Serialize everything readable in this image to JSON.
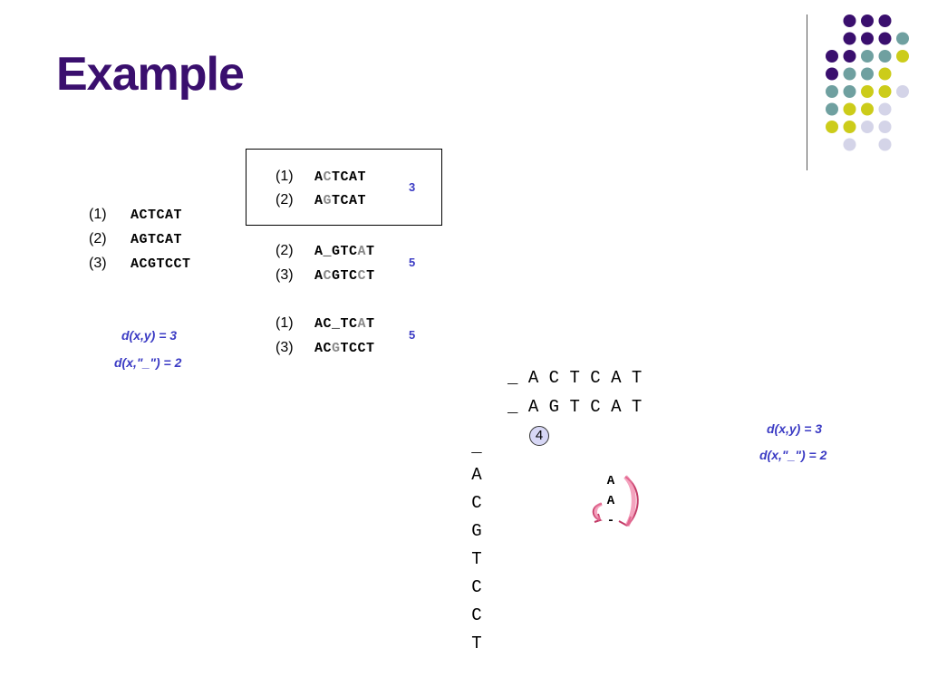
{
  "title": "Example",
  "left_list": {
    "rows": [
      {
        "num": "(1)",
        "seq": "ACTCAT"
      },
      {
        "num": "(2)",
        "seq": "AGTCAT"
      },
      {
        "num": "(3)",
        "seq": "ACGTCCT"
      }
    ]
  },
  "distances": {
    "d1": "d(x,y) = 3",
    "d2": "d(x,\"_\") = 2"
  },
  "pairs": [
    {
      "num_a": "(1)",
      "num_b": "(2)",
      "score": "3",
      "seq_a": [
        {
          "t": "A",
          "g": false
        },
        {
          "t": "C",
          "g": true
        },
        {
          "t": "TCAT",
          "g": false
        }
      ],
      "seq_b": [
        {
          "t": "A",
          "g": false
        },
        {
          "t": "G",
          "g": true
        },
        {
          "t": "TCAT",
          "g": false
        }
      ]
    },
    {
      "num_a": "(2)",
      "num_b": "(3)",
      "score": "5",
      "seq_a": [
        {
          "t": "A_GTC",
          "g": false
        },
        {
          "t": "A",
          "g": true
        },
        {
          "t": "T",
          "g": false
        }
      ],
      "seq_b": [
        {
          "t": "A",
          "g": false
        },
        {
          "t": "C",
          "g": true
        },
        {
          "t": "GTC",
          "g": false
        },
        {
          "t": "C",
          "g": true
        },
        {
          "t": "T",
          "g": false
        }
      ]
    },
    {
      "num_a": "(1)",
      "num_b": "(3)",
      "score": "5",
      "seq_a": [
        {
          "t": "AC_TC",
          "g": false
        },
        {
          "t": "A",
          "g": true
        },
        {
          "t": "T",
          "g": false
        }
      ],
      "seq_b": [
        {
          "t": "AC",
          "g": false
        },
        {
          "t": "G",
          "g": true
        },
        {
          "t": "TCCT",
          "g": false
        }
      ]
    }
  ],
  "matrix": {
    "row1": [
      "_",
      "A",
      "C",
      "T",
      "C",
      "A",
      "T"
    ],
    "row2": [
      "_",
      "A",
      "G",
      "T",
      "C",
      "A",
      "T"
    ],
    "cell_value": "4",
    "column": [
      "_",
      "A",
      "C",
      "G",
      "T",
      "C",
      "C",
      "T"
    ],
    "chars": [
      "A",
      "A",
      "-"
    ]
  },
  "colors": {
    "title": "#3a0f6e",
    "score": "#3b3bc4",
    "arrow": "#e0507a",
    "dot_purple": "#3a0f6e",
    "dot_teal": "#6fa0a0",
    "dot_yellow": "#cccc1a",
    "dot_lavender": "#d4d4e8"
  }
}
